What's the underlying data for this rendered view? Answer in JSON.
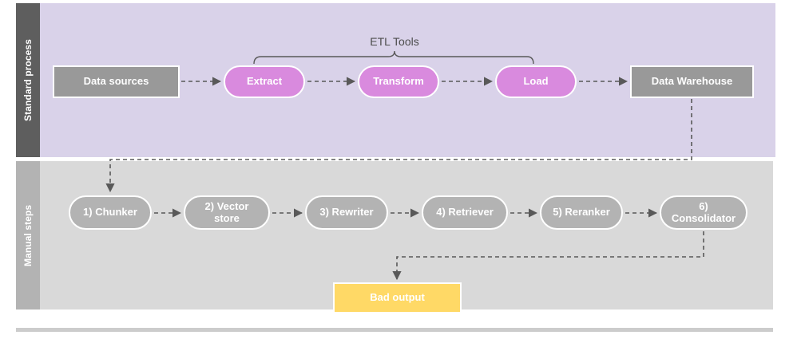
{
  "diagram": {
    "title_label": "ETL Tools",
    "lanes": [
      {
        "id": "standard",
        "label": "Standard process",
        "band_color": "#d9d2e9",
        "label_color": "#5e5e5e"
      },
      {
        "id": "manual",
        "label": "Manual steps",
        "band_color": "#d9d9d9",
        "label_color": "#b3b3b3"
      }
    ],
    "colors": {
      "gray_node": "#999999",
      "magenta_node": "#d98ade",
      "steel_node": "#b3b3b3",
      "yellow_node": "#ffd966",
      "connector": "#595959",
      "footer_bar": "#cccccc"
    },
    "standard_process": {
      "nodes": [
        {
          "id": "data-sources",
          "label": "Data sources",
          "shape": "rect",
          "color": "#999999"
        },
        {
          "id": "extract",
          "label": "Extract",
          "shape": "pill",
          "color": "#d98ade"
        },
        {
          "id": "transform",
          "label": "Transform",
          "shape": "pill",
          "color": "#d98ade"
        },
        {
          "id": "load",
          "label": "Load",
          "shape": "pill",
          "color": "#d98ade"
        },
        {
          "id": "data-warehouse",
          "label": "Data Warehouse",
          "shape": "rect",
          "color": "#999999"
        }
      ],
      "bracket_label": "ETL Tools",
      "bracket_spans": [
        "extract",
        "transform",
        "load"
      ]
    },
    "manual_steps": {
      "nodes": [
        {
          "id": "chunker",
          "label": "1) Chunker",
          "shape": "pill",
          "color": "#b3b3b3"
        },
        {
          "id": "vector-store",
          "label": "2) Vector store",
          "shape": "pill",
          "color": "#b3b3b3"
        },
        {
          "id": "rewriter",
          "label": "3) Rewriter",
          "shape": "pill",
          "color": "#b3b3b3"
        },
        {
          "id": "retriever",
          "label": "4) Retriever",
          "shape": "pill",
          "color": "#b3b3b3"
        },
        {
          "id": "reranker",
          "label": "5) Reranker",
          "shape": "pill",
          "color": "#b3b3b3"
        },
        {
          "id": "consolidator",
          "label": "6) Consolidator",
          "shape": "pill",
          "color": "#b3b3b3"
        },
        {
          "id": "bad-output",
          "label": "Bad output",
          "shape": "rect",
          "color": "#ffd966"
        }
      ]
    },
    "node_labels": {
      "data_sources": "Data sources",
      "extract": "Extract",
      "transform": "Transform",
      "load": "Load",
      "data_warehouse": "Data Warehouse",
      "chunker": "1) Chunker",
      "vector_store_line1": "2) Vector",
      "vector_store_line2": "store",
      "rewriter": "3) Rewriter",
      "retriever": "4) Retriever",
      "reranker": "5) Reranker",
      "consolidator_line1": "6)",
      "consolidator_line2": "Consolidator",
      "bad_output": "Bad output"
    },
    "edges": [
      {
        "from": "data-sources",
        "to": "extract",
        "style": "dashed-arrow"
      },
      {
        "from": "extract",
        "to": "transform",
        "style": "dashed-arrow"
      },
      {
        "from": "transform",
        "to": "load",
        "style": "dashed-arrow"
      },
      {
        "from": "load",
        "to": "data-warehouse",
        "style": "dashed-arrow"
      },
      {
        "from": "data-warehouse",
        "to": "chunker",
        "style": "dashed-elbow-arrow"
      },
      {
        "from": "chunker",
        "to": "vector-store",
        "style": "dashed-arrow"
      },
      {
        "from": "vector-store",
        "to": "rewriter",
        "style": "dashed-arrow"
      },
      {
        "from": "rewriter",
        "to": "retriever",
        "style": "dashed-arrow"
      },
      {
        "from": "retriever",
        "to": "reranker",
        "style": "dashed-arrow"
      },
      {
        "from": "reranker",
        "to": "consolidator",
        "style": "dashed-arrow"
      },
      {
        "from": "consolidator",
        "to": "bad-output",
        "style": "dashed-elbow-arrow"
      }
    ]
  }
}
